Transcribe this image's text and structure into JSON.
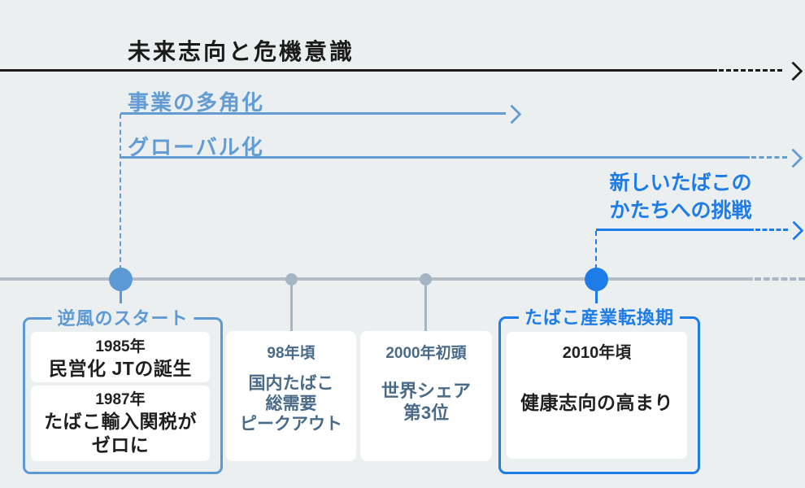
{
  "header": {
    "title": "未来志向と危機意識"
  },
  "phases": {
    "diversification": {
      "label": "事業の多角化"
    },
    "globalization": {
      "label": "グローバル化"
    },
    "new_tobacco": {
      "lines": [
        "新しいたばこの",
        "かたちへの挑戦"
      ]
    }
  },
  "groups": {
    "headwind": {
      "title": "逆風のスタート",
      "events": [
        {
          "year": "1985年",
          "lines": [
            "民営化 JTの誕生"
          ]
        },
        {
          "year": "1987年",
          "lines": [
            "たばこ輸入関税が",
            "ゼロに"
          ]
        }
      ]
    },
    "transition": {
      "title": "たばこ産業転換期",
      "event": {
        "year": "2010年頃",
        "lines": [
          "健康志向の高まり"
        ]
      }
    }
  },
  "cards": [
    {
      "year": "98年頃",
      "lines": [
        "国内たばこ",
        "総需要",
        "ピークアウト"
      ]
    },
    {
      "year": "2000年初頭",
      "lines": [
        "世界シェア",
        "第3位"
      ]
    }
  ],
  "colors": {
    "background": "#eceff0",
    "axis_black": "#1b1b1b",
    "phase_blue": "#639cd3",
    "accent_blue": "#1d7ce8",
    "timeline_gray": "#b4bcc6",
    "minor_dot_gray": "#a6b5c4",
    "card_text_slate": "#4a6b88",
    "card_white": "#ffffff"
  }
}
